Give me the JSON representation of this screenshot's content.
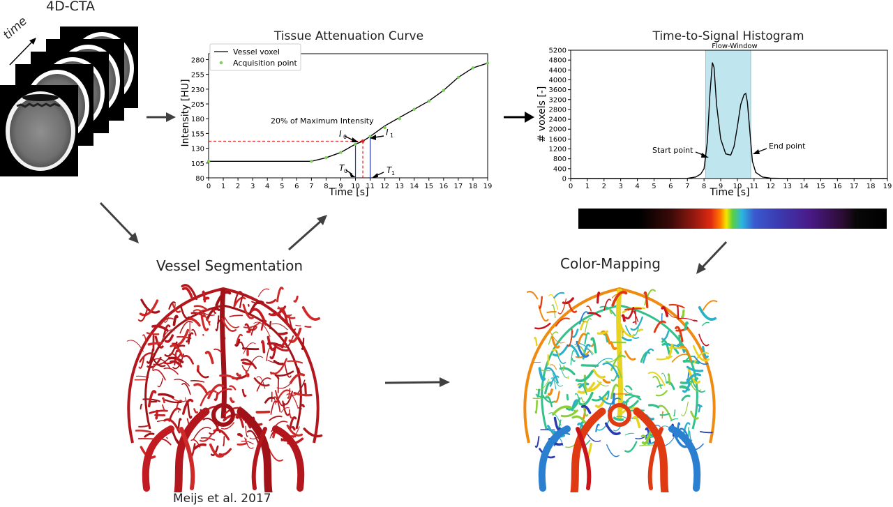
{
  "labels": {
    "cta": "4D-CTA",
    "time_axis": "time",
    "segmentation": "Vessel Segmentation",
    "colormapping": "Color-Mapping",
    "citation": "Meijs et al. 2017"
  },
  "colors": {
    "arrow": "#404040",
    "vessel_red": "#b3161c",
    "curve": "#000000",
    "acq_point": "#7ccd5c",
    "threshold": "#e02020",
    "time_marker": "#2233aa",
    "flow_window": "#bfe6ef"
  },
  "tac": {
    "title": "Tissue Attenuation Curve",
    "xlabel": "Time [s]",
    "ylabel": "Intensity [HU]",
    "legend": [
      "Vessel voxel",
      "Acquisition point"
    ],
    "annotation": "20% of Maximum Intensity",
    "i0": "I",
    "i0_sub": "0",
    "i1": "I",
    "i1_sub": "1",
    "t0": "T",
    "t0_sub": "0",
    "t1": "T",
    "t1_sub": "1"
  },
  "hist": {
    "title": "Time-to-Signal Histogram",
    "xlabel": "Time [s]",
    "ylabel": "# voxels [-]",
    "window_label": "Flow-Window",
    "start_label": "Start point",
    "end_label": "End point"
  },
  "chart_data": [
    {
      "type": "line",
      "title": "Tissue Attenuation Curve",
      "xlabel": "Time [s]",
      "ylabel": "Intensity [HU]",
      "xlim": [
        0,
        19
      ],
      "ylim": [
        80,
        290
      ],
      "xticks": [
        "0",
        "1",
        "2",
        "3",
        "4",
        "5",
        "6",
        "7",
        "8",
        "9",
        "10",
        "11",
        "12",
        "13",
        "14",
        "15",
        "16",
        "17",
        "18",
        "19"
      ],
      "yticks": [
        "80",
        "105",
        "130",
        "155",
        "180",
        "205",
        "230",
        "255",
        "280"
      ],
      "series": [
        {
          "name": "Vessel voxel",
          "x": [
            0,
            1,
            2,
            3,
            4,
            5,
            6,
            7,
            8,
            9,
            10,
            10.5,
            11,
            12,
            13,
            14,
            15,
            16,
            17,
            18,
            19
          ],
          "y": [
            108,
            108,
            108,
            108,
            108,
            108,
            108,
            108,
            114,
            123,
            137,
            142,
            150,
            168,
            182,
            196,
            210,
            228,
            250,
            266,
            274
          ]
        },
        {
          "name": "Acquisition point",
          "x": [
            0,
            7,
            8,
            9,
            10,
            11,
            12,
            13,
            14,
            15,
            16,
            17,
            18,
            19
          ],
          "y": [
            108,
            108,
            114,
            123,
            137,
            150,
            165,
            180,
            196,
            210,
            228,
            250,
            266,
            274
          ]
        }
      ],
      "threshold_y": 142,
      "threshold_x": 10.5,
      "t0": 10,
      "t1": 11
    },
    {
      "type": "line",
      "title": "Time-to-Signal Histogram",
      "xlabel": "Time [s]",
      "ylabel": "# voxels [-]",
      "xlim": [
        0,
        19
      ],
      "ylim": [
        0,
        5200
      ],
      "xticks": [
        "0",
        "1",
        "2",
        "3",
        "4",
        "5",
        "6",
        "7",
        "8",
        "9",
        "10",
        "11",
        "12",
        "13",
        "14",
        "15",
        "16",
        "17",
        "18",
        "19"
      ],
      "yticks": [
        "0",
        "400",
        "800",
        "1200",
        "1600",
        "2000",
        "2400",
        "2800",
        "3200",
        "3600",
        "4000",
        "4400",
        "4800",
        "5200"
      ],
      "flow_window": [
        8.1,
        10.8
      ],
      "series": [
        {
          "name": "",
          "x": [
            0,
            6,
            7,
            7.5,
            7.8,
            8.0,
            8.2,
            8.35,
            8.5,
            8.6,
            8.75,
            9.0,
            9.3,
            9.6,
            9.8,
            10.0,
            10.2,
            10.4,
            10.5,
            10.6,
            10.75,
            10.9,
            11.1,
            11.5,
            12,
            13,
            19
          ],
          "y": [
            0,
            0,
            10,
            60,
            180,
            400,
            1500,
            3400,
            4700,
            4500,
            3000,
            1600,
            1000,
            950,
            1300,
            2100,
            3000,
            3400,
            3450,
            3100,
            1900,
            700,
            250,
            60,
            15,
            0,
            0
          ]
        }
      ]
    }
  ]
}
